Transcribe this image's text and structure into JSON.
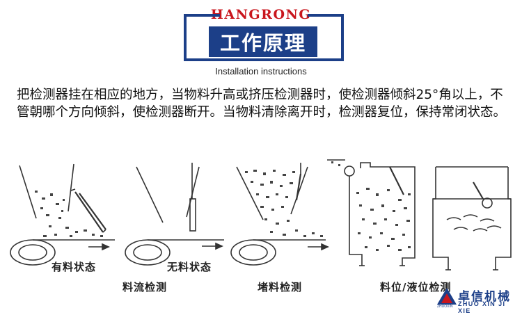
{
  "header": {
    "brand": "HANGRONG",
    "title": "工作原理",
    "subtitle": "Installation instructions"
  },
  "description": "把检测器挂在相应的地方，当物料升高或挤压检测器时，使检测器倾斜25°角以上，不管朝哪个方向倾斜，使检测器断开。当物料清除离开时，检测器复位，保持常闭状态。",
  "captions": {
    "with_material": "有料状态",
    "no_material": "无料状态",
    "flow_detect": "料流检测",
    "blockage_detect": "堵料检测",
    "level_detect": "料位/液位检测"
  },
  "logo": {
    "name_cn": "卓信机械",
    "name_en": "ZHUO XIN JI XIE",
    "mark_text": "ZHUOXIN"
  },
  "colors": {
    "brand_red": "#c9161d",
    "navy": "#1c3f88"
  }
}
